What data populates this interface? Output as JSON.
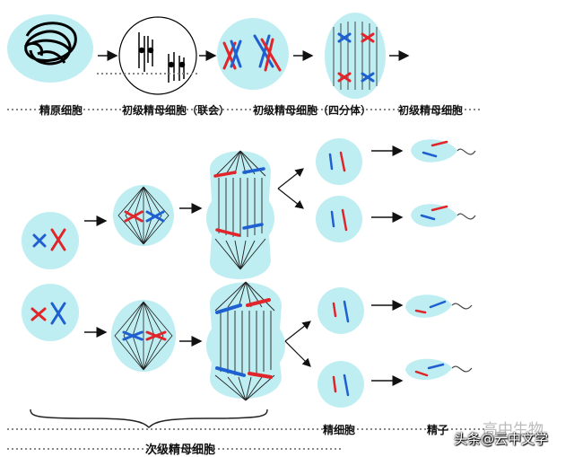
{
  "labels": {
    "spermatogonium": "精原细胞",
    "primary_synapsis": "初级精母细胞（联会）",
    "primary_tetrad": "初级精母细胞（四分体）",
    "primary": "初级精母细胞",
    "secondary": "次级精母细胞",
    "spermatid": "精细胞",
    "sperm": "精子"
  },
  "watermark": {
    "source": "头条@云中文学",
    "brand": "高中生物"
  },
  "colors": {
    "cell_fill": "#bfeef2",
    "chrom_red": "#e0252b",
    "chrom_blue": "#1f5fd0",
    "line": "#222222"
  }
}
